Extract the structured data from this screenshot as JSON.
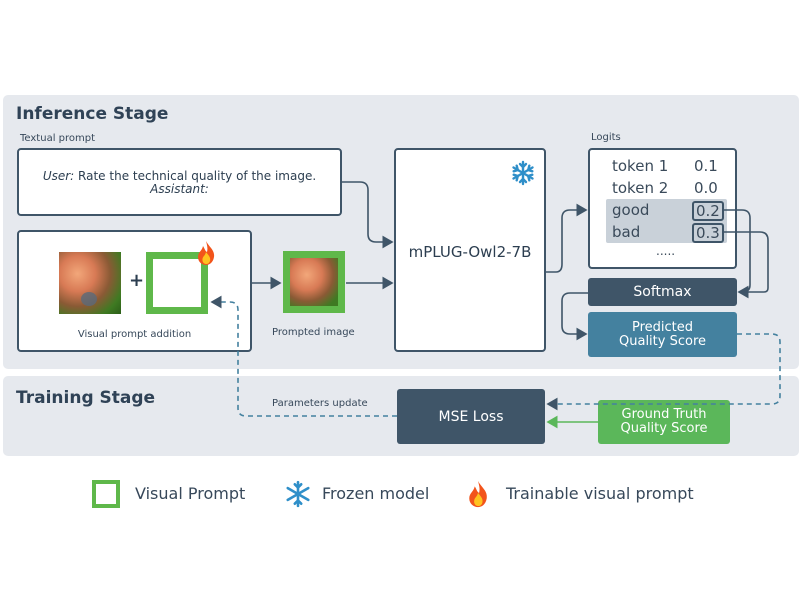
{
  "inference": {
    "title": "Inference Stage",
    "textual_prompt_label": "Textual prompt",
    "prompt_user_label": "User:",
    "prompt_user_text": " Rate the technical quality of the image.",
    "prompt_assistant": "Assistant:",
    "visual_prompt_addition_label": "Visual prompt addition",
    "plus": "+",
    "prompted_image_label": "Prompted image",
    "model_name": "mPLUG-Owl2-7B",
    "logits_label": "Logits",
    "logits": [
      {
        "token": "token 1",
        "value": "0.1"
      },
      {
        "token": "token 2",
        "value": "0.0"
      },
      {
        "token": "good",
        "value": "0.2"
      },
      {
        "token": "bad",
        "value": "0.3"
      }
    ],
    "ellipsis": ".....",
    "softmax": "Softmax",
    "predicted_line1": "Predicted",
    "predicted_line2": "Quality Score"
  },
  "training": {
    "title": "Training Stage",
    "parameters_update": "Parameters update",
    "mse_loss": "MSE Loss",
    "gt_line1": "Ground Truth",
    "gt_line2": "Quality Score"
  },
  "legend": {
    "visual_prompt": "Visual Prompt",
    "frozen_model": "Frozen model",
    "trainable_prompt": "Trainable visual prompt"
  },
  "colors": {
    "dark": "#3f5568",
    "teal": "#44819f",
    "green": "#5bb75a",
    "frame_blue": "#3e5a78",
    "frame_green": "#5fb84a",
    "snowflake": "#2f8fc9",
    "flame": "#f2541b"
  },
  "icons": [
    "snowflake-icon",
    "flame-icon",
    "visual-prompt-frame-icon"
  ]
}
